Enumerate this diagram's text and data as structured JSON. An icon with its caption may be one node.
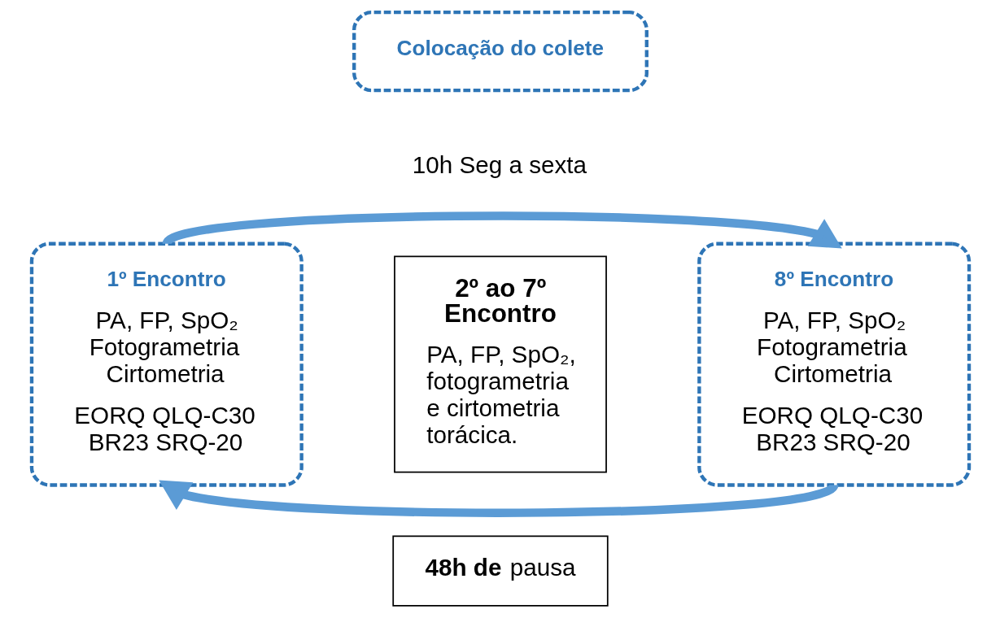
{
  "diagram": {
    "nodes": [
      {
        "text": [
          "Colocação do colete"
        ]
      },
      {
        "text": [
          "1º Encontro",
          "PA, FP, SpO₂ Fotogrametria Cirtometria",
          "EORQ QLQ-C30 BR23 SRQ-20"
        ]
      },
      {
        "text": [
          "2º ao 7º Encontro",
          "PA, FP, SpO₂, fotogrametria e cirtometria torácica."
        ]
      },
      {
        "text": [
          "8º Encontro",
          "PA, FP, SpO₂ Fotogrametria Cirtometria",
          "EORQ QLQ-C30 BR23 SRQ-20"
        ]
      },
      {
        "text": [
          "**48h de** pausa"
        ]
      }
    ],
    "edges": [
      {
        "from": 1,
        "to": 3,
        "arrow": "to"
      },
      {
        "from": 3,
        "to": 1,
        "arrow": "to"
      }
    ],
    "labels": [
      "10h Seg a sexta"
    ]
  }
}
